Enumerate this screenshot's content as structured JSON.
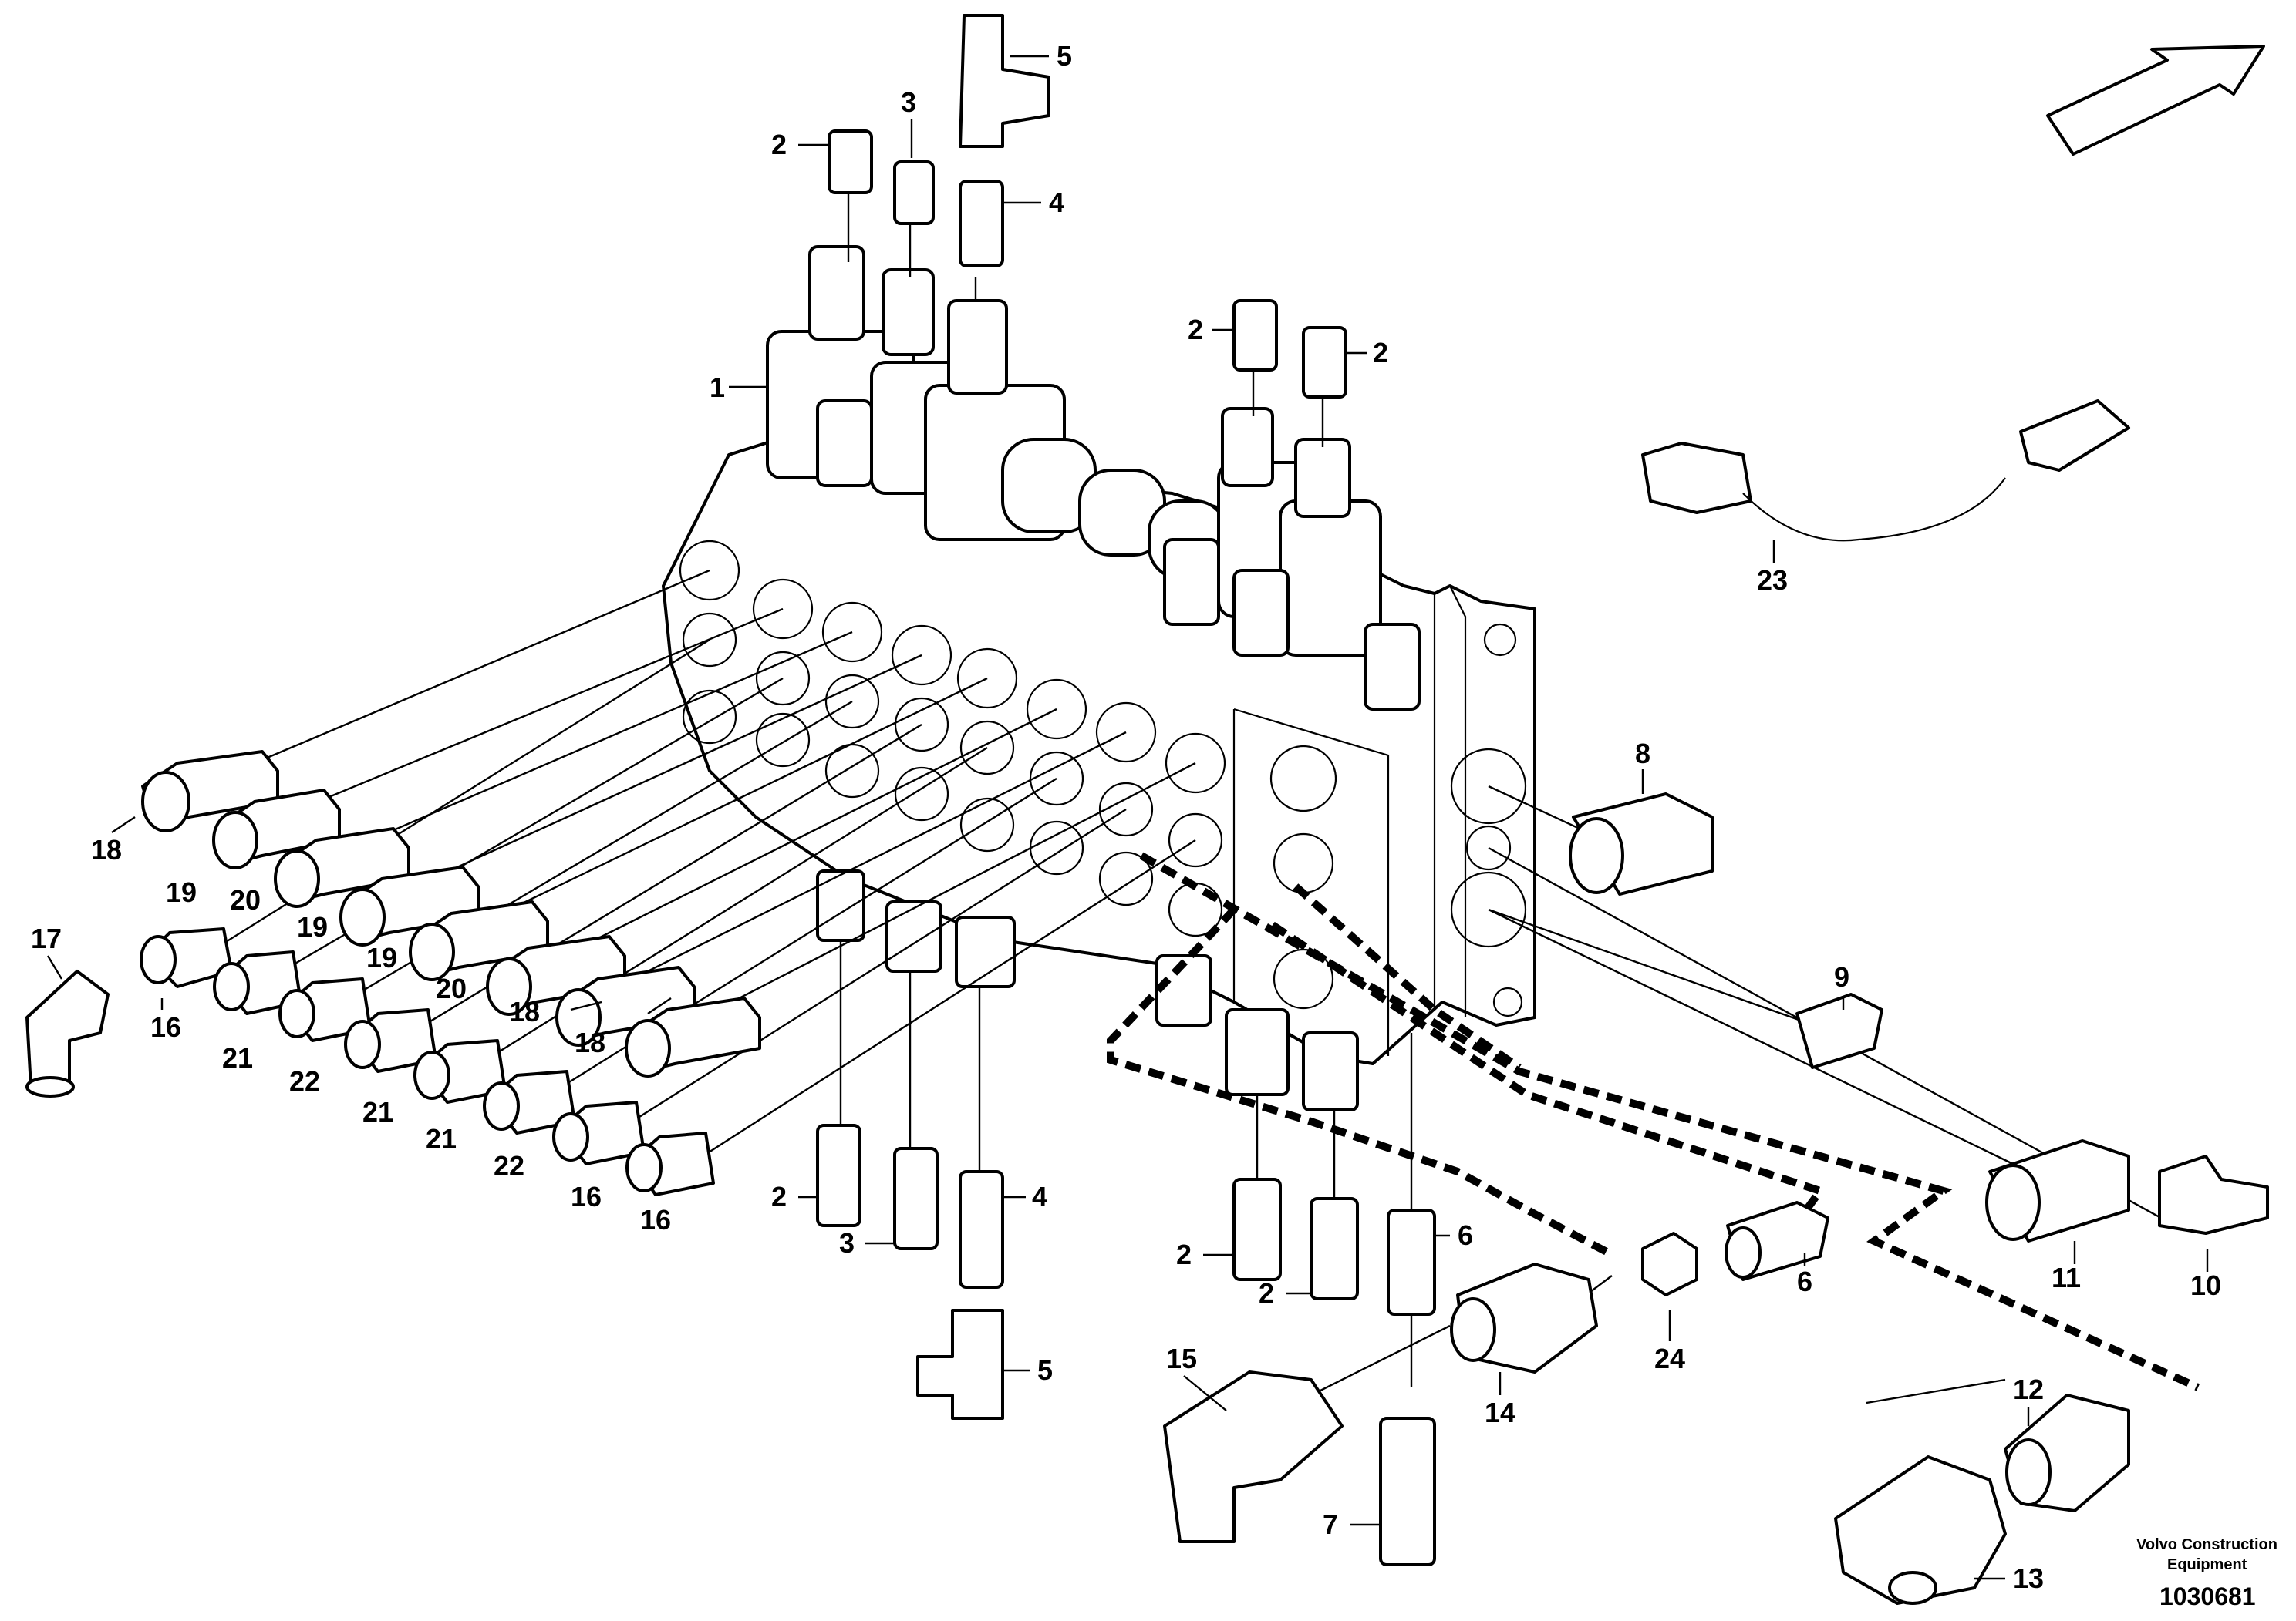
{
  "callouts": {
    "c1": "1",
    "c2a": "2",
    "c3a": "3",
    "c4a": "4",
    "c5a": "5",
    "c2b": "2",
    "c2c": "2",
    "c8": "8",
    "c9": "9",
    "c10": "10",
    "c11": "11",
    "c12": "12",
    "c13": "13",
    "c14": "14",
    "c15": "15",
    "c16a": "16",
    "c16b": "16",
    "c16c": "16",
    "c17": "17",
    "c18a": "18",
    "c18b": "18",
    "c18c": "18",
    "c19a": "19",
    "c19b": "19",
    "c19c": "19",
    "c20a": "20",
    "c20b": "20",
    "c21a": "21",
    "c21b": "21",
    "c21c": "21",
    "c22a": "22",
    "c22b": "22",
    "c23": "23",
    "c24": "24",
    "c2d": "2",
    "c3b": "3",
    "c4b": "4",
    "c5b": "5",
    "c2e": "2",
    "c2f": "2",
    "c6a": "6",
    "c6b": "6",
    "c7": "7"
  },
  "footer": {
    "brand_line1": "Volvo Construction",
    "brand_line2": "Equipment",
    "drawing_number": "1030681"
  },
  "icons": {
    "direction": "direction-arrow-icon"
  }
}
